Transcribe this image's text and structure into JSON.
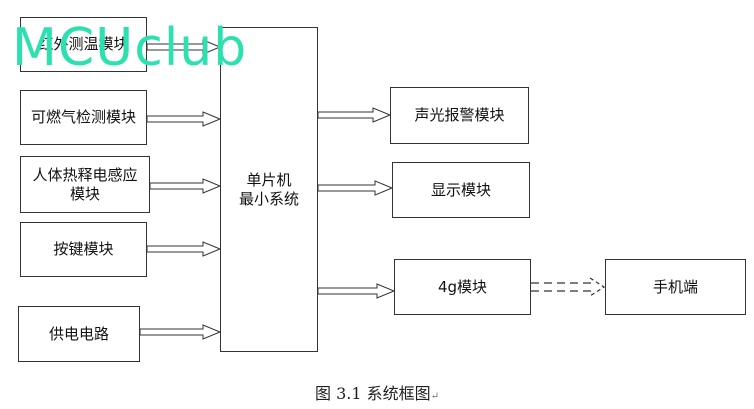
{
  "inputs": {
    "infrared": "红外测温模块",
    "gas": "可燃气检测模块",
    "pir_line1": "人体热释电感应",
    "pir_line2": "模块",
    "keys": "按键模块",
    "power": "供电电路"
  },
  "mcu": {
    "line1": "单片机",
    "line2": "最小系统"
  },
  "outputs": {
    "alarm": "声光报警模块",
    "display": "显示模块",
    "gsm": "4g模块",
    "phone": "手机端"
  },
  "caption": {
    "text": "图 3.1 系统框图",
    "mark": "↵"
  },
  "watermark": "MCUclub"
}
